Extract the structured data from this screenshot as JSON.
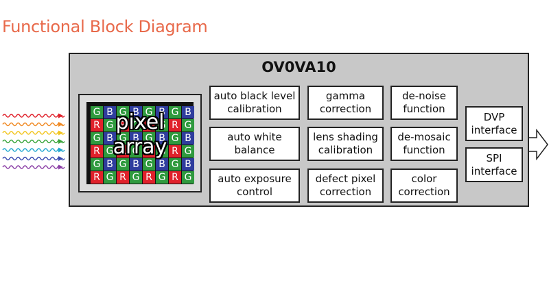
{
  "title": "Functional Block Diagram",
  "chip_name": "OV0VA10",
  "sensor": {
    "label": "pixel\narray",
    "rows": [
      [
        "G",
        "B",
        "G",
        "B",
        "G",
        "B",
        "G",
        "B"
      ],
      [
        "R",
        "G",
        "R",
        "G",
        "R",
        "G",
        "R",
        "G"
      ],
      [
        "G",
        "B",
        "G",
        "B",
        "G",
        "B",
        "G",
        "B"
      ],
      [
        "R",
        "G",
        "R",
        "G",
        "R",
        "G",
        "R",
        "G"
      ],
      [
        "G",
        "B",
        "G",
        "B",
        "G",
        "B",
        "G",
        "B"
      ],
      [
        "R",
        "G",
        "R",
        "G",
        "R",
        "G",
        "R",
        "G"
      ]
    ]
  },
  "blocks": {
    "auto_black_level": "auto black level\ncalibration",
    "gamma": "gamma\ncorrection",
    "denoise": "de-noise\nfunction",
    "auto_white": "auto white\nbalance",
    "lens_shading": "lens shading\ncalibration",
    "demosaic": "de-mosaic\nfunction",
    "auto_exposure": "auto exposure\ncontrol",
    "defect_pixel": "defect pixel\ncorrection",
    "color_correction": "color\ncorrection",
    "dvp": "DVP\ninterface",
    "spi": "SPI\ninterface"
  },
  "colors": {
    "title": "#e8694a",
    "rays": [
      "#e0212b",
      "#f08a24",
      "#f2c51d",
      "#3aa53c",
      "#21a6cf",
      "#3b4bb0",
      "#8b3fa6"
    ]
  }
}
